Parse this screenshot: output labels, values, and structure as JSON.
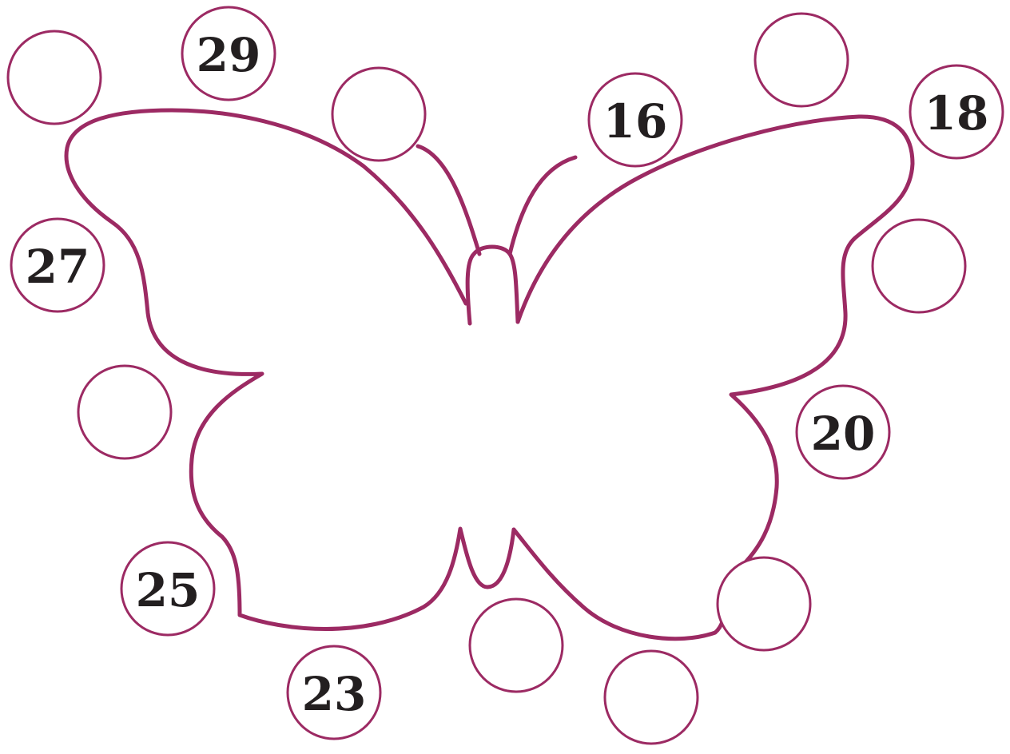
{
  "colors": {
    "stroke": "#9c2a63",
    "text": "#231f20",
    "background": "#ffffff"
  },
  "circles": [
    {
      "label": ""
    },
    {
      "label": "29"
    },
    {
      "label": ""
    },
    {
      "label": "16"
    },
    {
      "label": ""
    },
    {
      "label": "18"
    },
    {
      "label": "27"
    },
    {
      "label": ""
    },
    {
      "label": ""
    },
    {
      "label": "20"
    },
    {
      "label": "25"
    },
    {
      "label": ""
    },
    {
      "label": "23"
    },
    {
      "label": ""
    },
    {
      "label": ""
    }
  ]
}
